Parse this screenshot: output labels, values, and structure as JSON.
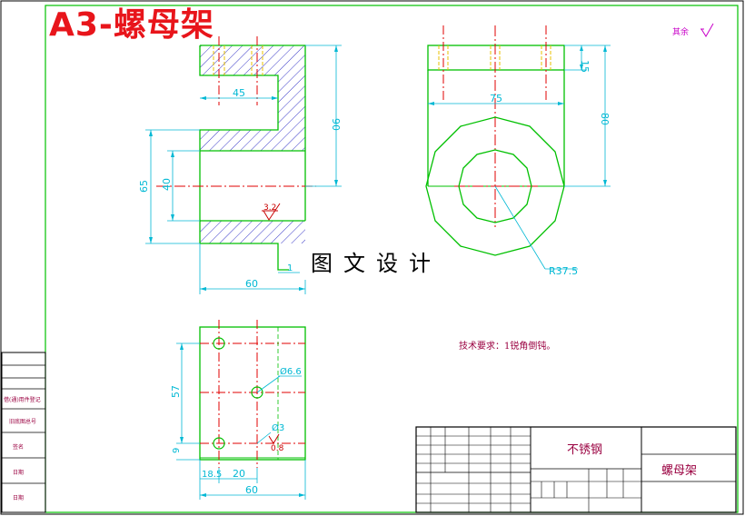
{
  "title": "A3-螺母架",
  "watermark": "图文设计",
  "corner_note": "其余",
  "surface_finish": {
    "ra_32": "3.2",
    "ra_08": "0.8"
  },
  "dimensions": {
    "front_45": "45",
    "front_90": "90",
    "front_65": "65",
    "front_40": "40",
    "front_1": "1",
    "front_60": "60",
    "side_15": "15",
    "side_75": "75",
    "side_80": "80",
    "side_r": "R37.5",
    "top_57": "57",
    "top_9": "9",
    "top_18_5": "18.5",
    "top_20": "20",
    "top_60": "60",
    "top_d6_6": "Ø6.6",
    "top_d3": "Ø3"
  },
  "tech_note": "技术要求：1锐角倒钝。",
  "title_block": {
    "material": "不锈钢",
    "part_name": "螺母架"
  },
  "left_strip": {
    "cells": [
      "借(通)用件登记",
      "旧底图总号",
      "签名",
      "日期",
      "日期"
    ]
  },
  "colors": {
    "outline": "#00c000",
    "dimension": "#00b8d4",
    "hatch": "#3a3ac8",
    "centerline": "#e00000",
    "title": "#e8151b"
  }
}
